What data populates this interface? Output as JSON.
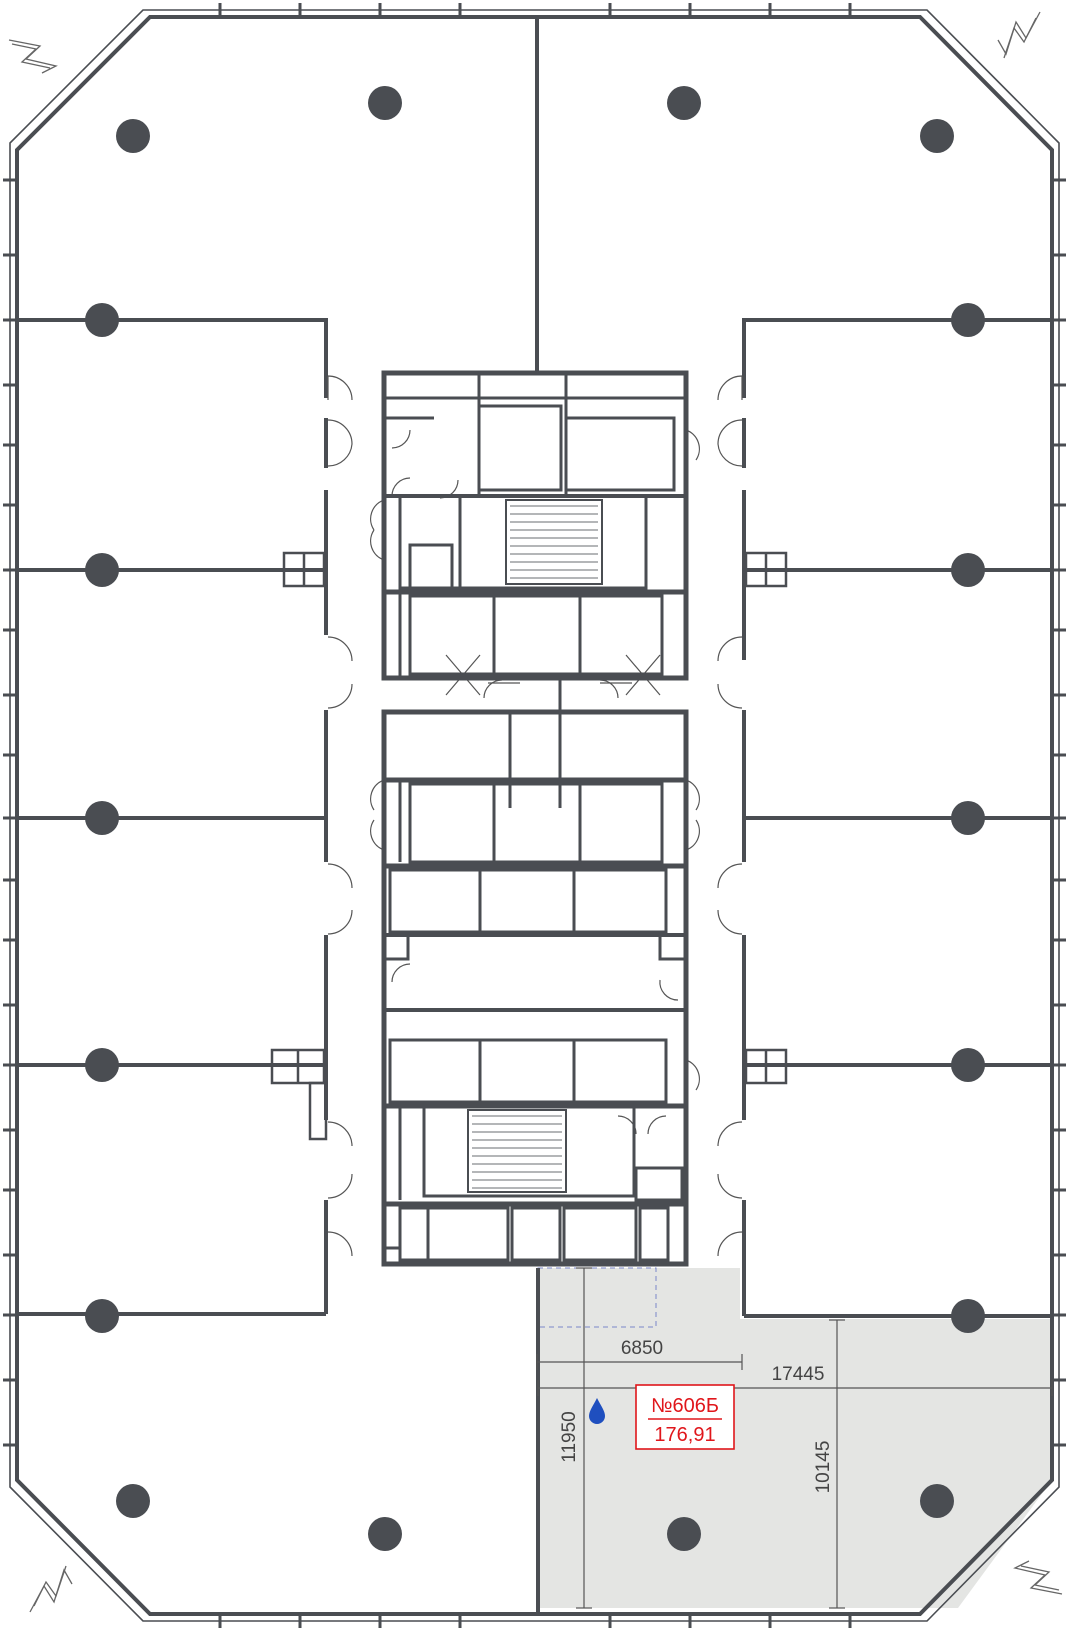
{
  "unit": {
    "number": "№606Б",
    "area": "176,91",
    "highlight_color": "#e4e5e3",
    "label_color": "#e0161b"
  },
  "dimensions": {
    "top_width": "6850",
    "full_width": "17445",
    "full_depth": "11950",
    "right_depth": "10145"
  },
  "icons": {
    "water": "water-drop-icon",
    "compass": "north-arrow-icon"
  },
  "colors": {
    "wall": "#4a4d52",
    "column": "#4a4d52",
    "dimension": "#555555",
    "water": "#1f4fbf"
  }
}
